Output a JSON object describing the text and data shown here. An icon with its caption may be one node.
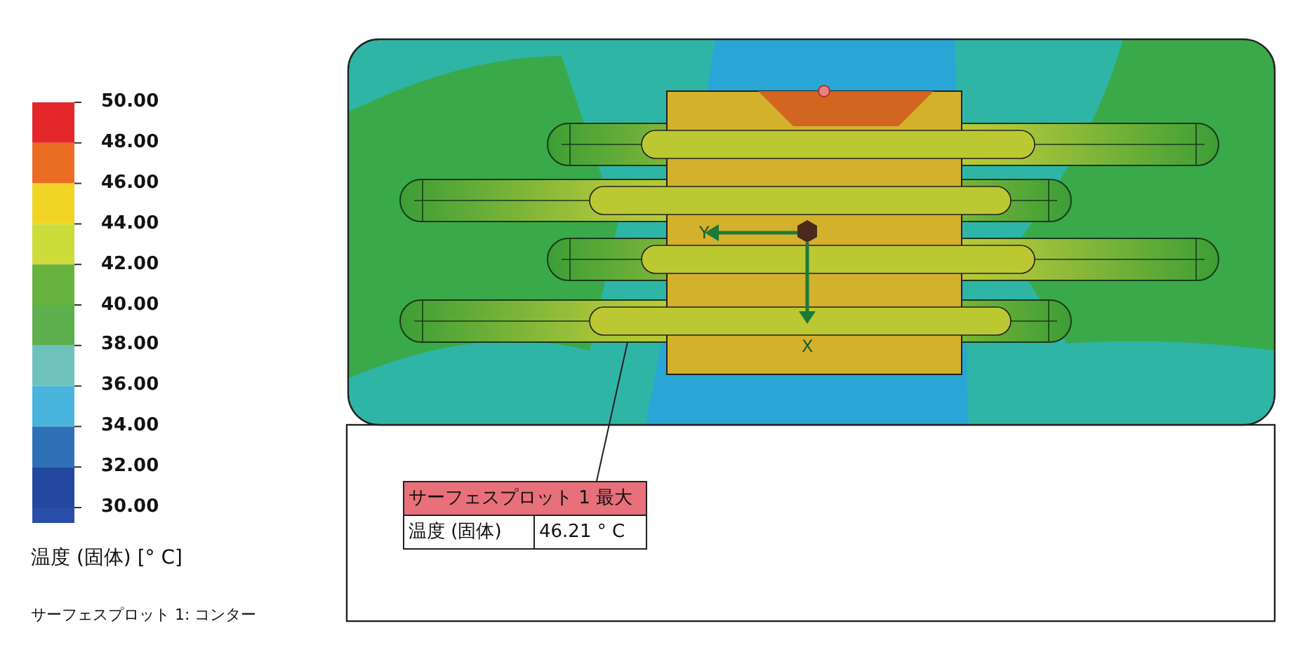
{
  "diagram": {
    "nodes": [
      {
        "text": [
          "サーフェスプロット 1 最大",
          "温度 (固体)",
          "46.21 ° C"
        ]
      },
      {
        "text": [],
        "shape": "picture"
      }
    ],
    "edges": [
      {
        "from": 0,
        "to": 1,
        "arrow": "none"
      }
    ],
    "labels": [
      "50.00",
      "48.00",
      "46.00",
      "44.00",
      "42.00",
      "40.00",
      "38.00",
      "36.00",
      "34.00",
      "32.00",
      "30.00",
      "温度 (固体) [° C]",
      "サーフェスプロット 1: コンター",
      "Y",
      "X"
    ]
  }
}
